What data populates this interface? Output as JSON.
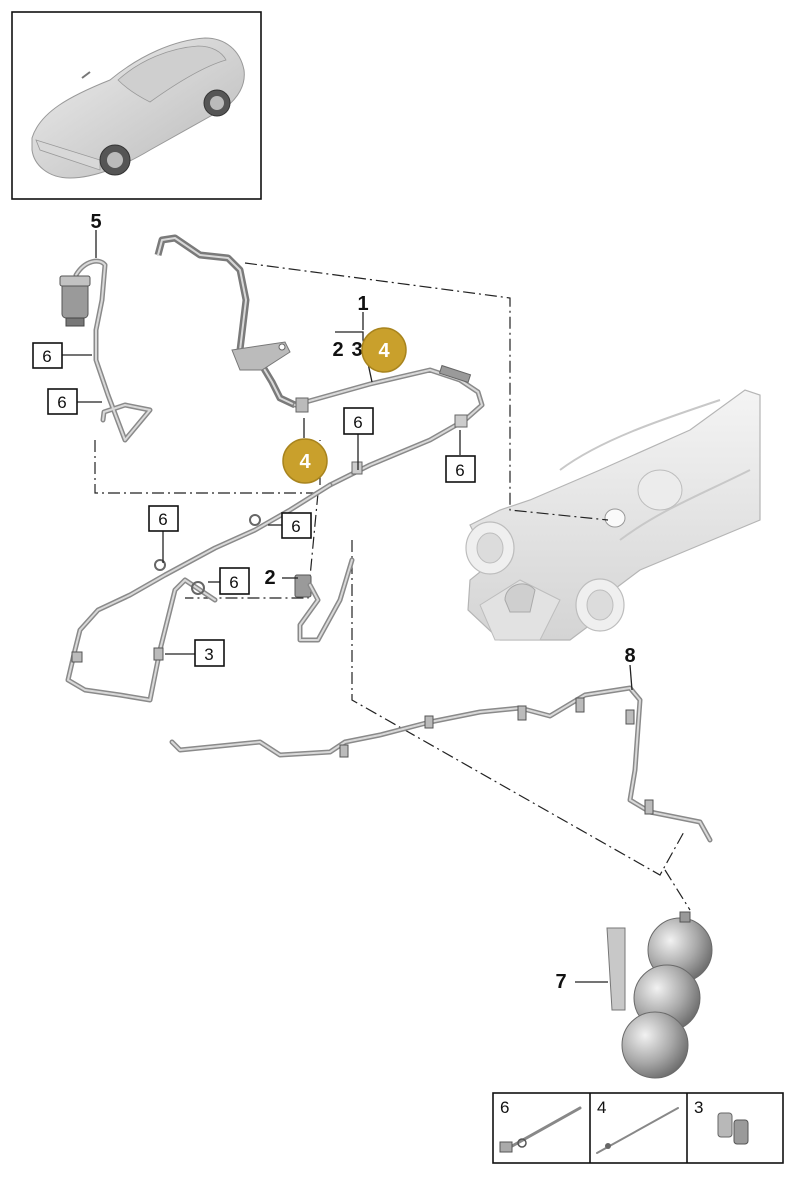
{
  "callouts": {
    "c1": "1",
    "c2a": "2",
    "c3a": "3",
    "c5": "5",
    "c2b": "2",
    "c7": "7",
    "c8": "8"
  },
  "badges": {
    "b4_top": "4",
    "b4_mid": "4"
  },
  "boxed": {
    "b6_a": "6",
    "b6_b": "6",
    "b6_c": "6",
    "b6_d": "6",
    "b6_e": "6",
    "b6_f": "6",
    "b6_g": "6",
    "b3": "3"
  },
  "legend": {
    "cell1": "6",
    "cell2": "4",
    "cell3": "3"
  },
  "colors": {
    "badge_fill": "#c9a02c",
    "badge_stroke": "#a8841e",
    "pipe": "#8a8a8a",
    "part_fill": "#e6e6e6"
  }
}
